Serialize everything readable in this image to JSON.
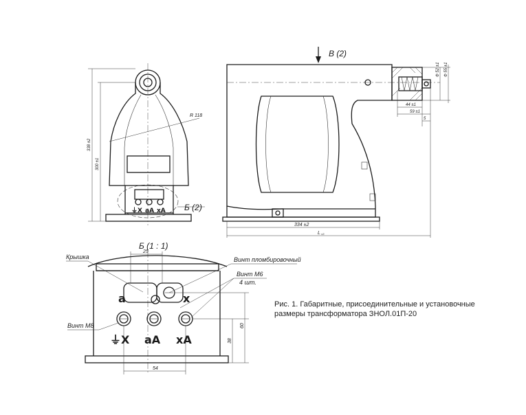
{
  "caption": {
    "line1": "Рис. 1. Габаритные, присоединительные и установочные",
    "line2": "размеры трансформатора ЗНОЛ.01П-20"
  },
  "views": {
    "view_v": "В (2)",
    "view_b": "Б (2)",
    "detail_b": "Б (1 : 1)"
  },
  "leaders": {
    "cover": "Крышка",
    "seal_screw": "Винт пломбировочный",
    "screw_m6": "Винт М6",
    "screw_m6_qty": "4 шт.",
    "screw_m8": "Винт М8"
  },
  "dimensions": {
    "h338": "338 ±2",
    "h300": "300 ±1",
    "r118": "R 118",
    "len334": "334 ±2",
    "len_l": "L",
    "len_l_sub": "±3",
    "d52": "Ф 52 ±1",
    "d55": "Ф 55 ±1",
    "w44": "44 ±1",
    "w59": "59 ±1",
    "w5": "5",
    "d25": "25",
    "d54": "54",
    "d38": "38",
    "d60": "60"
  },
  "terminals": {
    "main": [
      "⏚X",
      "aA",
      "xA"
    ],
    "upper_a": "a",
    "upper_x": "x"
  }
}
